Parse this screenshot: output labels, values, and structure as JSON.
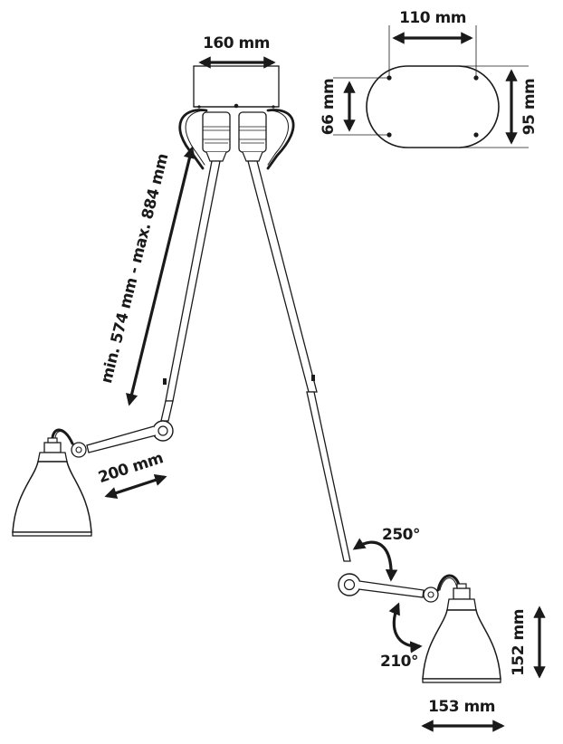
{
  "labels": {
    "base_width": "160 mm",
    "plate_width": "110 mm",
    "plate_hole_height": "66 mm",
    "plate_height": "95 mm",
    "arm_length": "min. 574 mm - max. 884 mm",
    "short_arm": "200 mm",
    "rotation_upper": "250°",
    "rotation_lower": "210°",
    "shade_height": "152 mm",
    "shade_width": "153 mm"
  },
  "colors": {
    "ink": "#1a1a1a",
    "background": "#ffffff"
  }
}
